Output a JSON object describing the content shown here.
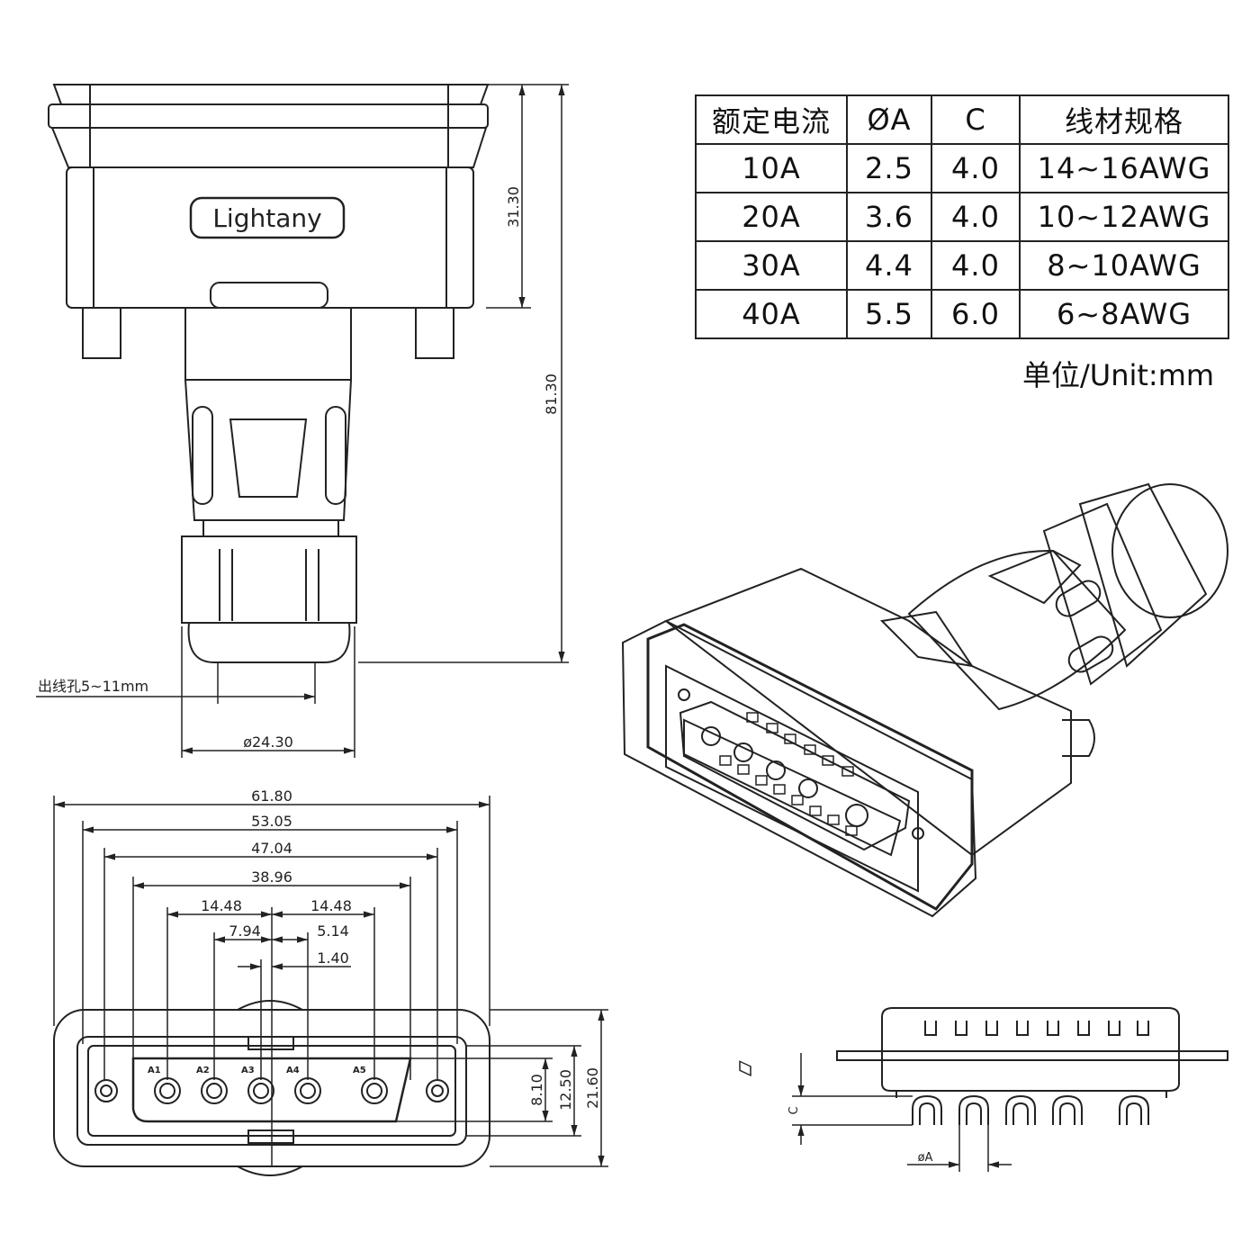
{
  "table": {
    "headers": [
      "额定电流",
      "ØA",
      "C",
      "线材规格"
    ],
    "rows": [
      [
        "10A",
        "2.5",
        "4.0",
        "14~16AWG"
      ],
      [
        "20A",
        "3.6",
        "4.0",
        "10~12AWG"
      ],
      [
        "30A",
        "4.4",
        "4.0",
        "8~10AWG"
      ],
      [
        "40A",
        "5.5",
        "6.0",
        "6~8AWG"
      ]
    ]
  },
  "unit_note": "单位/Unit:mm",
  "brand_logo": "Lightany",
  "top_view": {
    "height_short": "31.30",
    "height_total": "81.30",
    "outlet_label": "出线孔5~11mm",
    "diameter": "ø24.30"
  },
  "front_view": {
    "width_total": "61.80",
    "width_2": "53.05",
    "width_3": "47.04",
    "width_4": "38.96",
    "pitch_left": "14.48",
    "pitch_right": "14.48",
    "offset_left": "7.94",
    "offset_right": "5.14",
    "offset_center": "1.40",
    "height_inner": "8.10",
    "height_mid": "12.50",
    "height_total": "21.60",
    "pin_labels": [
      "A1",
      "A2",
      "A3",
      "A4",
      "A5"
    ]
  },
  "side_view": {
    "c_label": "C",
    "a_label": "øA"
  }
}
